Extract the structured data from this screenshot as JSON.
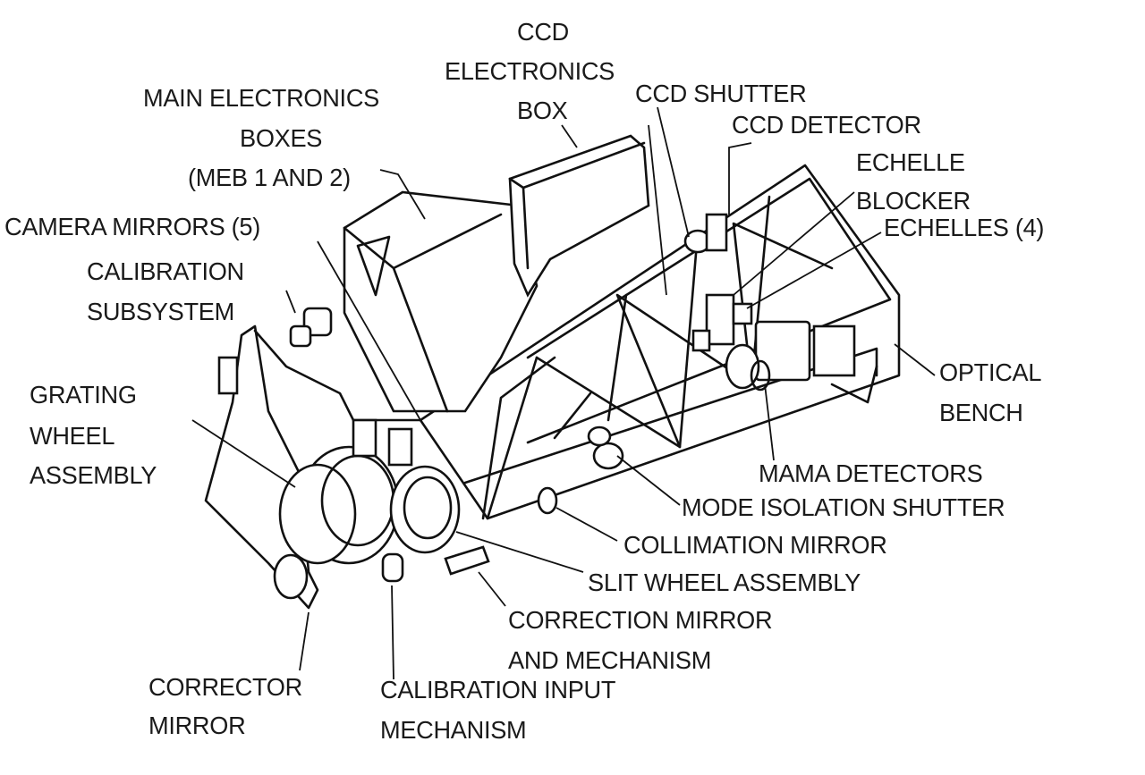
{
  "labels": {
    "ccd_box": [
      "CCD",
      "ELECTRONICS",
      "BOX"
    ],
    "meb": [
      "MAIN ELECTRONICS",
      "BOXES",
      "(MEB 1 AND 2)"
    ],
    "camera_mirrors": "CAMERA MIRRORS (5)",
    "calibration_subsystem": [
      "CALIBRATION",
      "SUBSYSTEM"
    ],
    "ccd_shutter": "CCD SHUTTER",
    "ccd_detector": "CCD DETECTOR",
    "echelle_blocker": [
      "ECHELLE",
      "BLOCKER"
    ],
    "echelles": "ECHELLES (4)",
    "optical_bench": [
      "OPTICAL",
      "BENCH"
    ],
    "grating_wheel": [
      "GRATING",
      "WHEEL",
      "ASSEMBLY"
    ],
    "mama_detectors": "MAMA DETECTORS",
    "mode_isolation_shutter": "MODE ISOLATION SHUTTER",
    "collimation_mirror": "COLLIMATION MIRROR",
    "slit_wheel": "SLIT WHEEL ASSEMBLY",
    "correction_mirror": [
      "CORRECTION MIRROR",
      "AND MECHANISM"
    ],
    "corrector_mirror": [
      "CORRECTOR",
      "MIRROR"
    ],
    "calibration_input": [
      "CALIBRATION INPUT",
      "MECHANISM"
    ]
  }
}
